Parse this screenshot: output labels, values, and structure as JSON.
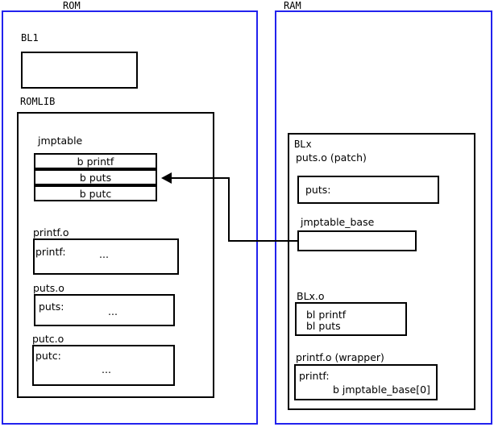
{
  "diagram": {
    "title": "ROM / RAM jump table patching diagram",
    "colors": {
      "region_border": "#2222ee",
      "box_border": "#000000",
      "background": "#ffffff",
      "text": "#000000"
    }
  },
  "regions": [
    {
      "id": "rom",
      "label": "ROM"
    },
    {
      "id": "ram",
      "label": "RAM"
    }
  ],
  "rom": {
    "label": "ROM",
    "bl1": {
      "label": "BL1",
      "body": ""
    },
    "romlib": {
      "label": "ROMLIB",
      "jmptable": {
        "label": "jmptable",
        "rows": [
          {
            "text": "b printf"
          },
          {
            "text": "b puts"
          },
          {
            "text": "b putc"
          }
        ]
      },
      "objects": [
        {
          "label": "printf.o",
          "symbol": "printf:",
          "body": "..."
        },
        {
          "label": "puts.o",
          "symbol": "puts:",
          "body": "..."
        },
        {
          "label": "putc.o",
          "symbol": "putc:",
          "body": "..."
        }
      ]
    }
  },
  "ram": {
    "label": "RAM",
    "blx": {
      "label": "BLx",
      "puts_patch": {
        "label": "puts.o (patch)",
        "symbol": "puts:"
      },
      "jmptable_base": {
        "label": "jmptable_base",
        "body": ""
      },
      "blx_o": {
        "label": "BLx.o",
        "line1": "bl printf",
        "line2": "bl puts"
      },
      "printf_wrapper": {
        "label": "printf.o (wrapper)",
        "symbol": "printf:",
        "instruction": "b jmptable_base[0]"
      }
    }
  },
  "connector": {
    "name": "jmptable-base-to-jmptable-puts-arrow",
    "from": "jmptable_base",
    "to": "jmptable row 'b puts'",
    "direction": "right-to-left"
  }
}
